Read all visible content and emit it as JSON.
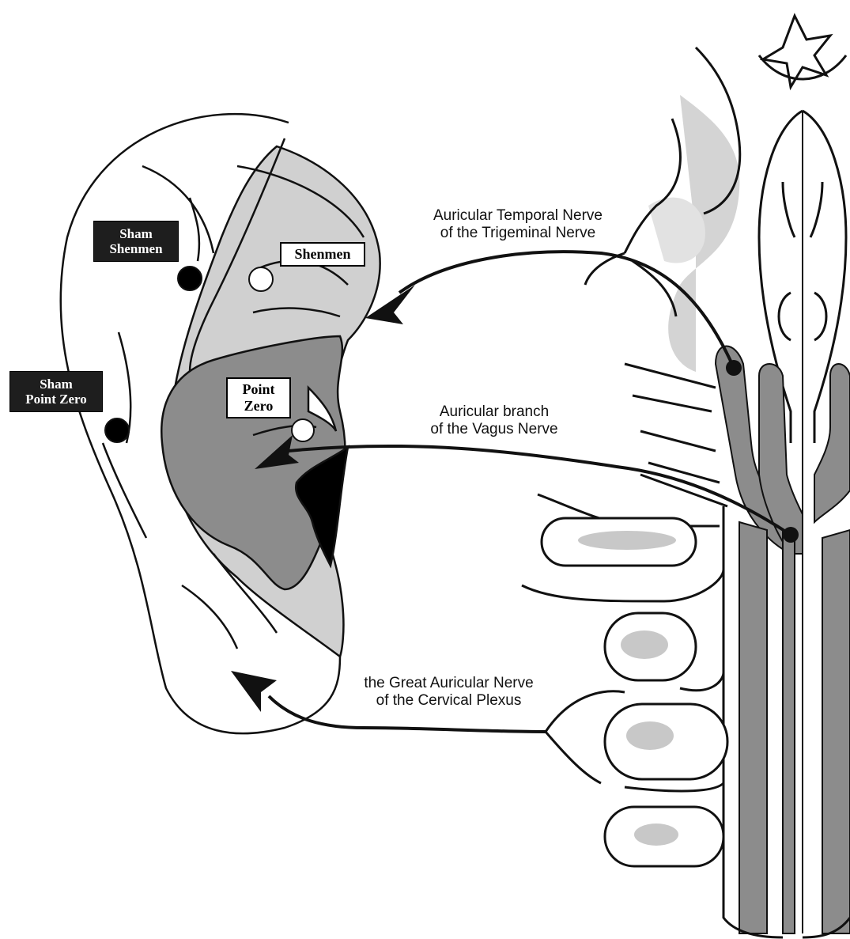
{
  "labels": {
    "trigeminal": {
      "line1": "Auricular Temporal Nerve",
      "line2": "of the Trigeminal Nerve"
    },
    "vagus": {
      "line1": "Auricular branch",
      "line2": "of the Vagus Nerve"
    },
    "cervical": {
      "line1": "the Great Auricular Nerve",
      "line2": "of the Cervical Plexus"
    }
  },
  "points": {
    "sham_shenmen": {
      "line1": "Sham",
      "line2": "Shenmen"
    },
    "shenmen": {
      "line1": "Shenmen"
    },
    "sham_point_zero": {
      "line1": "Sham",
      "line2": "Point Zero"
    },
    "point_zero": {
      "line1": "Point",
      "line2": "Zero"
    }
  },
  "colors": {
    "outline": "#111111",
    "light_gray": "#c8c8c8",
    "mid_gray": "#8c8c8c",
    "dark_fill": "#000000",
    "sham_marker": "#000000",
    "real_marker": "#ffffff"
  }
}
